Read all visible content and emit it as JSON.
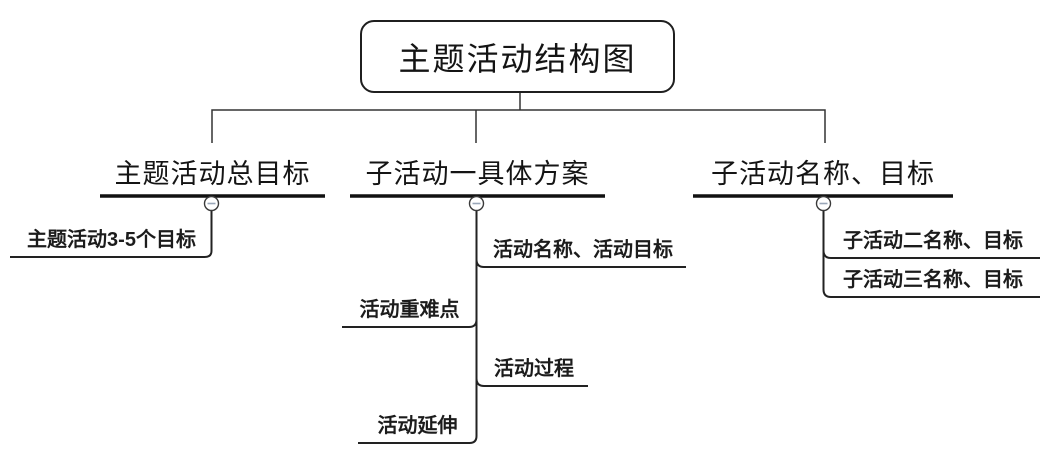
{
  "diagram": {
    "root": {
      "title": "主题活动结构图"
    },
    "branches": [
      {
        "title": "主题活动总目标",
        "children": [
          {
            "label": "主题活动3-5个目标"
          }
        ]
      },
      {
        "title": "子活动一具体方案",
        "children": [
          {
            "label": "活动名称、活动目标"
          },
          {
            "label": "活动重难点"
          },
          {
            "label": "活动过程"
          },
          {
            "label": "活动延伸"
          }
        ]
      },
      {
        "title": "子活动名称、目标",
        "children": [
          {
            "label": "子活动二名称、目标"
          },
          {
            "label": "子活动三名称、目标"
          }
        ]
      }
    ],
    "colors": {
      "line": "#2e2e2e",
      "thick_line": "#111111",
      "collapse_minus": "#9aa7b8",
      "background": "#ffffff"
    },
    "icons": {
      "collapse": "minus-in-circle"
    }
  }
}
